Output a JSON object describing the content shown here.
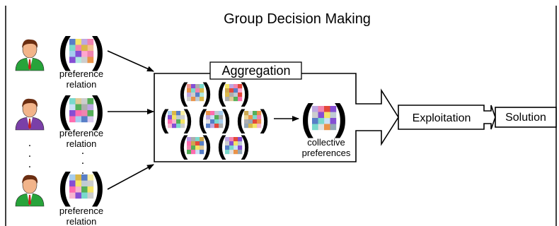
{
  "title": "Group Decision Making",
  "experts": [
    {
      "caption_line1": "preference",
      "caption_line2": "relation",
      "shirt_color": "#27a33a"
    },
    {
      "caption_line1": "preference",
      "caption_line2": "relation",
      "shirt_color": "#7a3fa8"
    },
    {
      "caption_line1": "preference",
      "caption_line2": "relation",
      "shirt_color": "#27a33a"
    }
  ],
  "ellipsis": ".",
  "aggregation": {
    "label": "Aggregation"
  },
  "collective": {
    "line1": "collective",
    "line2": "preferences"
  },
  "exploitation": {
    "label": "Exploitation"
  },
  "solution": {
    "label": "Solution"
  },
  "colors": {
    "matrix_palette": [
      "#f07aa8",
      "#9ec9ee",
      "#c9c9c9",
      "#e23a2a",
      "#d8b23a",
      "#46a84a",
      "#7b3fd0",
      "#4a73c2",
      "#e88a3a",
      "#a6a6a6",
      "#f3e25a",
      "#ff5fa8",
      "#6fd6c8",
      "#b89fe0",
      "#8aa0b0",
      "#c8a040"
    ],
    "hair": "#6b2e12",
    "skin": "#f2b48a",
    "tie": "#c4231f"
  }
}
